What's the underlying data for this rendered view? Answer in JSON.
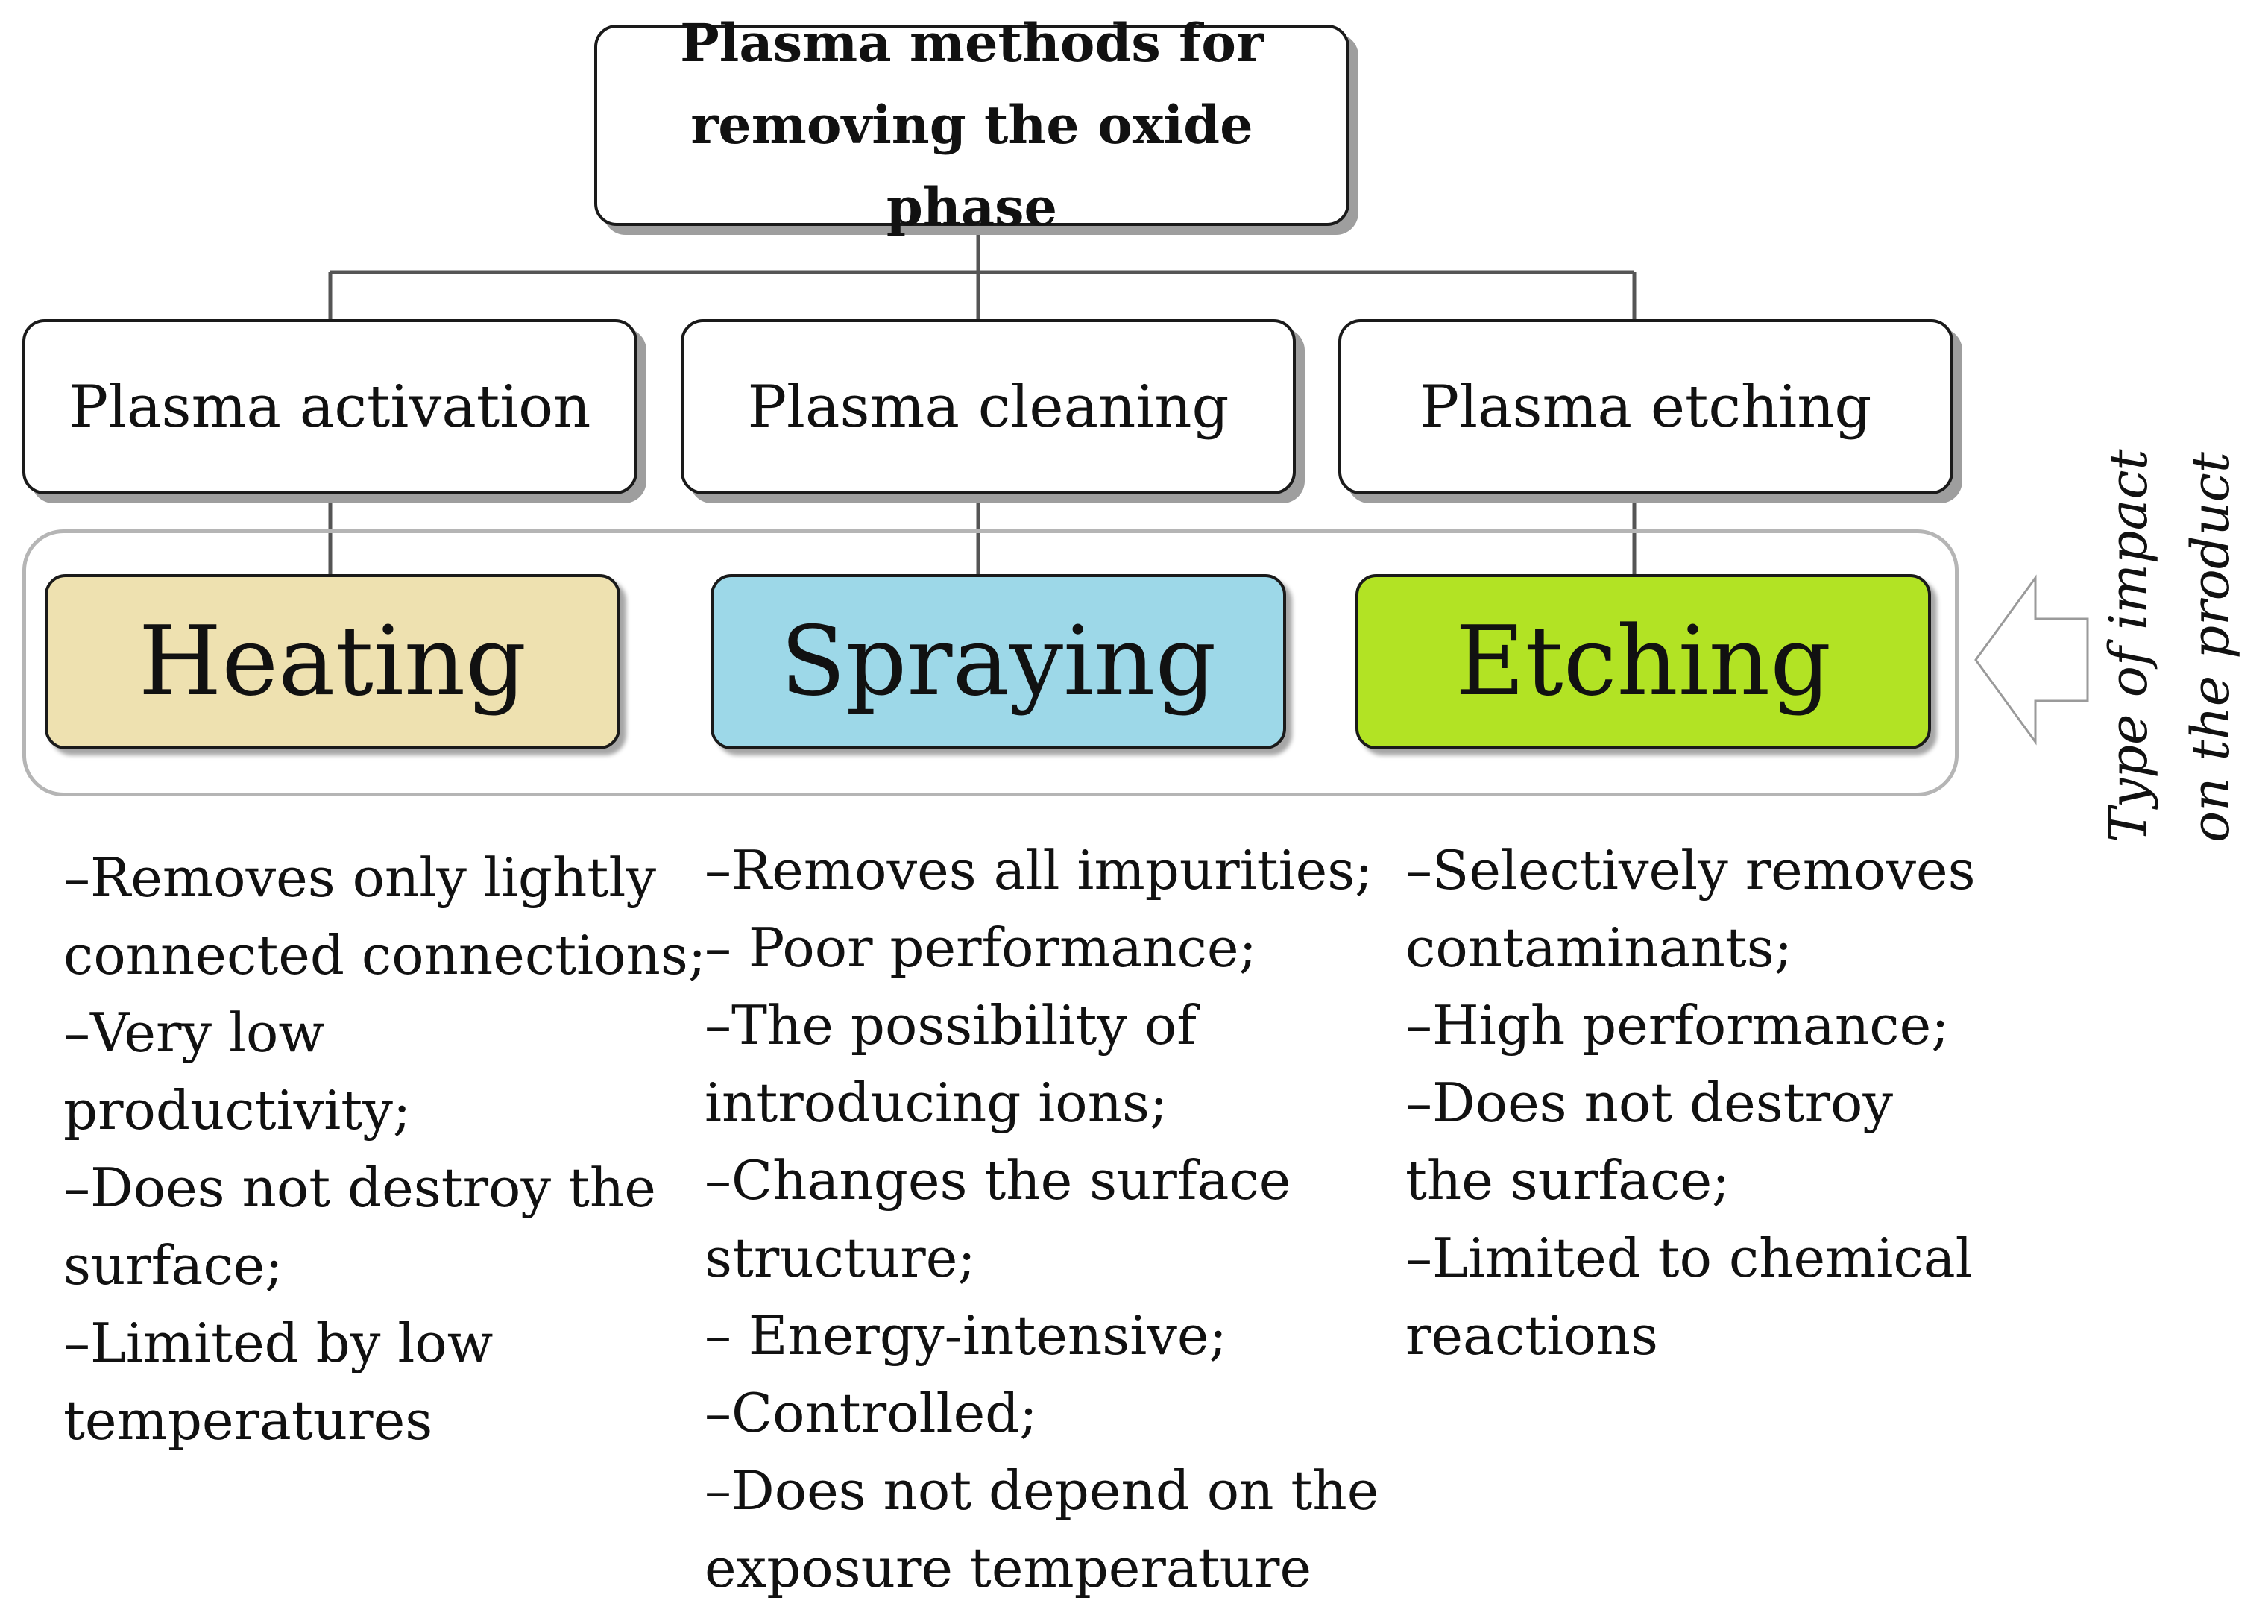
{
  "root": {
    "line1": "Plasma methods for",
    "line2": "removing the oxide phase"
  },
  "methods": [
    {
      "label": "Plasma activation"
    },
    {
      "label": "Plasma cleaning"
    },
    {
      "label": "Plasma etching"
    }
  ],
  "impacts": [
    {
      "label": "Heating",
      "color": "#eee1b0"
    },
    {
      "label": "Spraying",
      "color": "#9dd8e8"
    },
    {
      "label": "Etching",
      "color": "#b2e324"
    }
  ],
  "side_label": {
    "line1": "Type of impact",
    "line2": "on the product"
  },
  "notes": [
    {
      "lines": [
        "–Removes only lightly",
        "connected connections;",
        "–Very low",
        "productivity;",
        "–Does not destroy the",
        "surface;",
        "–Limited by low",
        "temperatures"
      ]
    },
    {
      "lines": [
        "–Removes all impurities;",
        "– Poor performance;",
        "–The possibility of",
        "introducing ions;",
        "–Changes the surface",
        "structure;",
        "– Energy-intensive;",
        "–Controlled;",
        "–Does not depend on the",
        "exposure temperature"
      ]
    },
    {
      "lines": [
        "–Selectively removes",
        "contaminants;",
        "–High performance;",
        "–Does not destroy",
        "the surface;",
        "–Limited to chemical",
        "reactions"
      ]
    }
  ]
}
